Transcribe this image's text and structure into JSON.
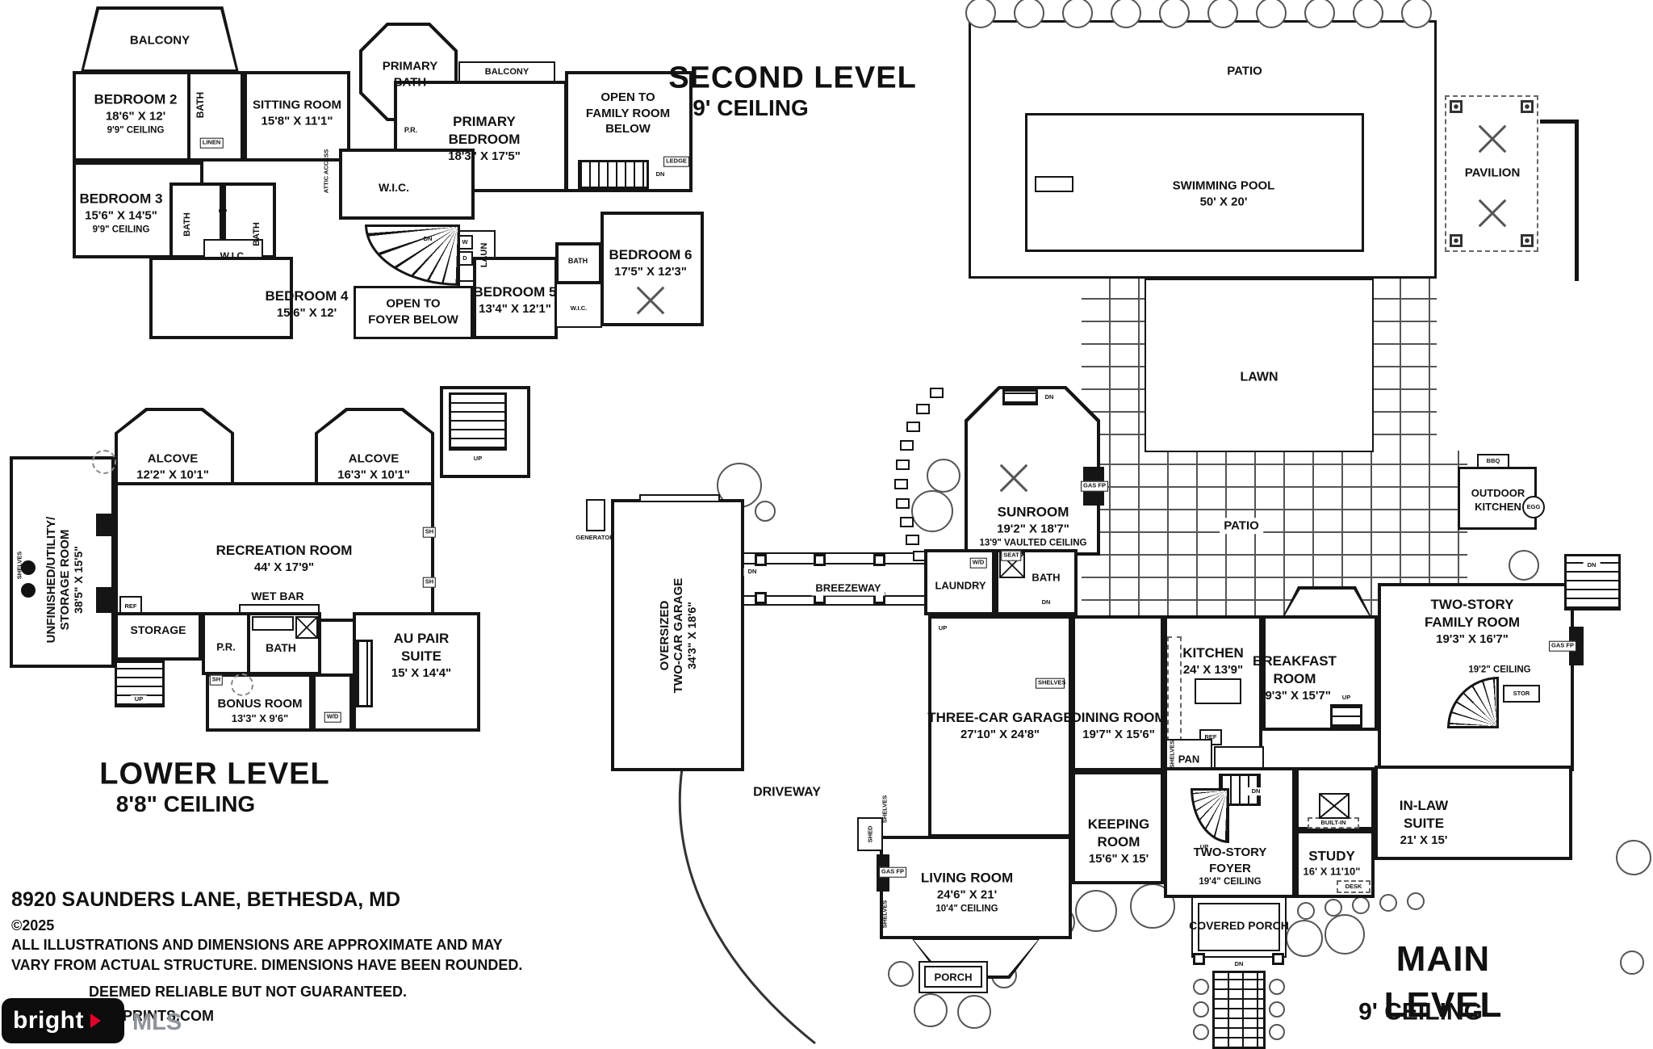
{
  "levels": {
    "second": {
      "title": "SECOND LEVEL",
      "ceiling": "9' CEILING"
    },
    "lower": {
      "title": "LOWER LEVEL",
      "ceiling": "8'8\" CEILING"
    },
    "main": {
      "title": "MAIN LEVEL",
      "ceiling": "9' CEILING"
    }
  },
  "second_level": {
    "balcony": "BALCONY",
    "balcony_right": "BALCONY",
    "bedroom2": {
      "name": "BEDROOM 2",
      "dims": "18'6\" X 12'",
      "ceiling": "9'9\" CEILING"
    },
    "sitting_room": {
      "name": "SITTING ROOM",
      "dims": "15'8\" X 11'1\""
    },
    "primary_bath": {
      "line1": "PRIMARY",
      "line2": "BATH"
    },
    "primary_bedroom": {
      "line1": "PRIMARY",
      "line2": "BEDROOM",
      "dims": "18'3\" X 17'5\""
    },
    "open_to_family": {
      "line1": "OPEN TO",
      "line2": "FAMILY ROOM",
      "line3": "BELOW"
    },
    "bedroom3": {
      "name": "BEDROOM 3",
      "dims": "15'6\" X 14'5\"",
      "ceiling": "9'9\" CEILING"
    },
    "bedroom4": {
      "name": "BEDROOM 4",
      "dims": "15'6\" X 12'"
    },
    "open_to_foyer": {
      "line1": "OPEN TO",
      "line2": "FOYER BELOW"
    },
    "bedroom5": {
      "name": "BEDROOM 5",
      "dims": "13'4\" X 12'1\""
    },
    "bedroom6": {
      "name": "BEDROOM 6",
      "dims": "17'5\" X 12'3\""
    }
  },
  "lower_level": {
    "alcove_left": {
      "name": "ALCOVE",
      "dims": "12'2\" X 10'1\""
    },
    "alcove_right": {
      "name": "ALCOVE",
      "dims": "16'3\" X 10'1\""
    },
    "storage_room": {
      "line1": "UNFINISHED/UTILITY/",
      "line2": "STORAGE ROOM",
      "dims": "38'5\" X 15'5\""
    },
    "recreation": {
      "name": "RECREATION ROOM",
      "dims": "44' X 17'9\""
    },
    "wet_bar": "WET BAR",
    "storage": "STORAGE",
    "au_pair": {
      "line1": "AU PAIR",
      "line2": "SUITE",
      "dims": "15' X 14'4\""
    },
    "bonus": {
      "name": "BONUS ROOM",
      "dims": "13'3\" X 9'6\""
    }
  },
  "main_level": {
    "two_car_garage": {
      "line1": "OVERSIZED",
      "line2": "TWO-CAR GARAGE",
      "dims": "34'3\" X 18'6\""
    },
    "breezeway": "BREEZEWAY",
    "sunroom": {
      "name": "SUNROOM",
      "dims": "19'2\" X 18'7\"",
      "ceiling": "13'9\" VAULTED CEILING"
    },
    "laundry": "LAUNDRY",
    "three_car_garage": {
      "name": "THREE-CAR GARAGE",
      "dims": "27'10\" X 24'8\""
    },
    "dining": {
      "name": "DINING ROOM",
      "dims": "19'7\" X 15'6\""
    },
    "kitchen": {
      "name": "KITCHEN",
      "dims": "24' X 13'9\""
    },
    "breakfast": {
      "line1": "BREAKFAST",
      "line2": "ROOM",
      "dims": "19'3\" X 15'7\""
    },
    "family_room": {
      "line1": "TWO-STORY",
      "line2": "FAMILY ROOM",
      "dims": "19'3\" X 16'7\"",
      "ceiling": "19'2\" CEILING"
    },
    "keeping": {
      "line1": "KEEPING",
      "line2": "ROOM",
      "dims": "15'6\" X 15'"
    },
    "foyer": {
      "line1": "TWO-STORY",
      "line2": "FOYER",
      "ceiling": "19'4\" CEILING"
    },
    "living": {
      "name": "LIVING ROOM",
      "dims": "24'6\" X 21'",
      "ceiling": "10'4\" CEILING"
    },
    "porch": "PORCH",
    "covered_porch": "COVERED PORCH",
    "study": {
      "name": "STUDY",
      "dims": "16' X 11'10\""
    },
    "inlaw": {
      "line1": "IN-LAW",
      "line2": "SUITE",
      "dims": "21' X 15'"
    }
  },
  "outdoor": {
    "patio_upper": "PATIO",
    "patio_main": "PATIO",
    "swimming_pool": {
      "name": "SWIMMING POOL",
      "dims": "50' X 20'"
    },
    "pavilion": "PAVILION",
    "lawn": "LAWN",
    "outdoor_kitchen": {
      "line1": "OUTDOOR",
      "line2": "KITCHEN"
    },
    "driveway": "DRIVEWAY",
    "generator": "GENERATOR"
  },
  "misc": {
    "dn": "DN",
    "up": "UP",
    "w": "W",
    "d": "D",
    "wd": "W/D",
    "sh": "SH",
    "ref": "REF",
    "shelves": "SHELVES",
    "ledge": "LEDGE",
    "attic": "ATTIC ACCESS",
    "seat": "SEAT",
    "stor": "STOR",
    "desk": "DESK",
    "built_in": "BUILT-IN",
    "pan": "PAN",
    "bbq": "BBQ",
    "egg": "EGG",
    "gas_fp": "GAS FP",
    "shed": "SHED",
    "laun": "LAUN",
    "wic": "W.I.C.",
    "bath": "BATH",
    "pr": "P.R.",
    "linen": "LINEN"
  },
  "footer": {
    "address": "8920 SAUNDERS LANE, BETHESDA, MD",
    "copyright": "©2025",
    "disclaimer1": "ALL ILLUSTRATIONS AND DIMENSIONS ARE APPROXIMATE AND MAY",
    "disclaimer2": "VARY FROM ACTUAL STRUCTURE. DIMENSIONS HAVE BEEN ROUNDED.",
    "disclaimer3": "DEEMED RELIABLE BUT NOT GUARANTEED.",
    "disclaimer4": "PRINTS.COM",
    "logo_brand": "bright",
    "logo_mls": "MLS"
  }
}
